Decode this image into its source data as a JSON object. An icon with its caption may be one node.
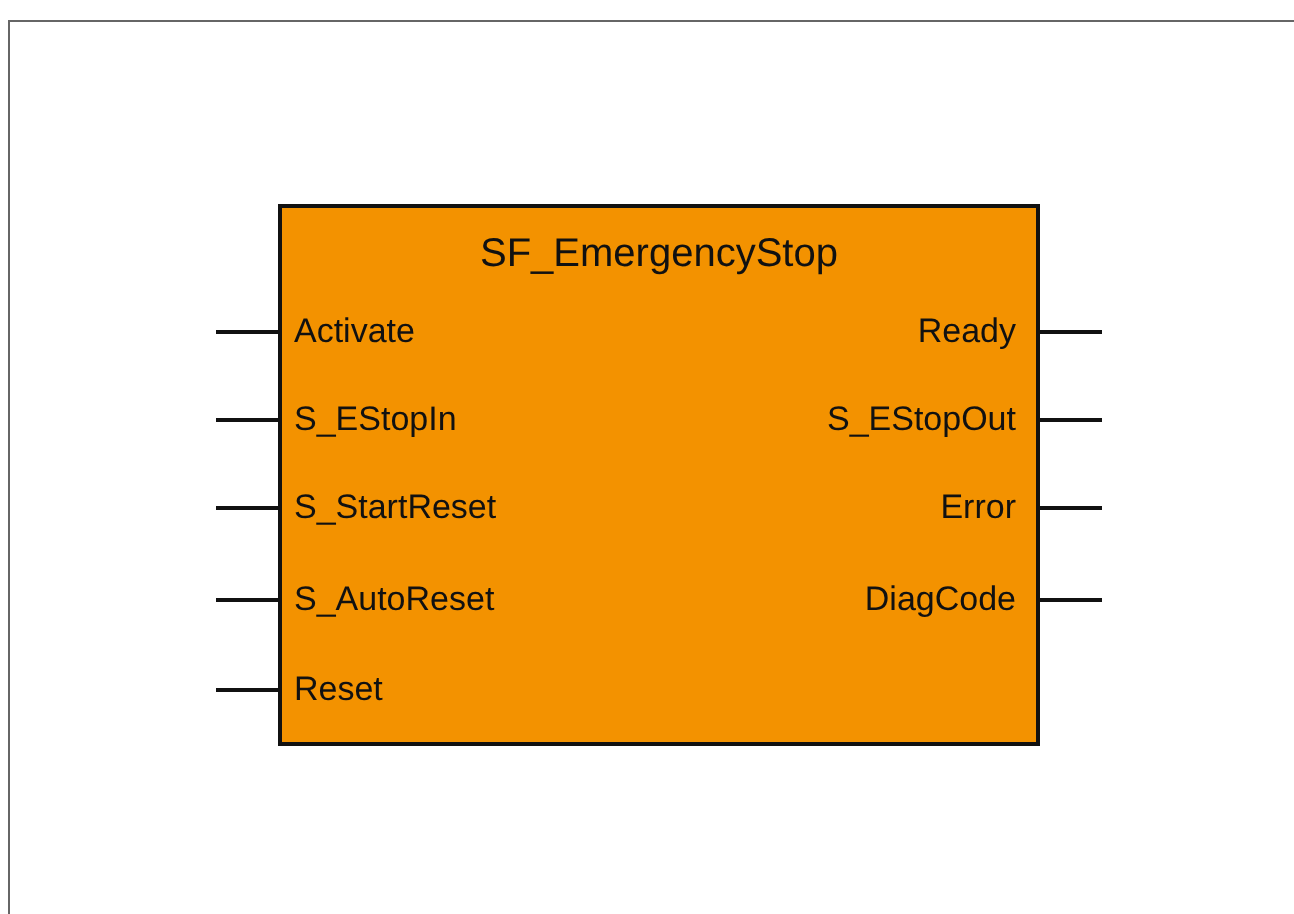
{
  "diagram": {
    "nodes": [
      {
        "text": [
          "SF_EmergencyStop"
        ]
      },
      {
        "text": [
          "Activate"
        ],
        "in": 0
      },
      {
        "text": [
          "Ready"
        ],
        "in": 0
      },
      {
        "text": [
          "S_EStopIn"
        ],
        "in": 0
      },
      {
        "text": [
          "S_EStopOut"
        ],
        "in": 0
      },
      {
        "text": [
          "S_StartReset"
        ],
        "in": 0
      },
      {
        "text": [
          "Error"
        ],
        "in": 0
      },
      {
        "text": [
          "S_AutoReset"
        ],
        "in": 0
      },
      {
        "text": [
          "DiagCode"
        ],
        "in": 0
      },
      {
        "text": [
          "Reset"
        ],
        "in": 0
      }
    ],
    "edges": [
      {
        "from": null,
        "to": 1,
        "arrow": "none"
      },
      {
        "from": 2,
        "to": null,
        "arrow": "none"
      },
      {
        "from": null,
        "to": 3,
        "arrow": "none"
      },
      {
        "from": 4,
        "to": null,
        "arrow": "none"
      },
      {
        "from": null,
        "to": 5,
        "arrow": "none"
      },
      {
        "from": 6,
        "to": null,
        "arrow": "none"
      },
      {
        "from": null,
        "to": 7,
        "arrow": "none"
      },
      {
        "from": 8,
        "to": null,
        "arrow": "none"
      },
      {
        "from": null,
        "to": 9,
        "arrow": "none"
      }
    ]
  }
}
